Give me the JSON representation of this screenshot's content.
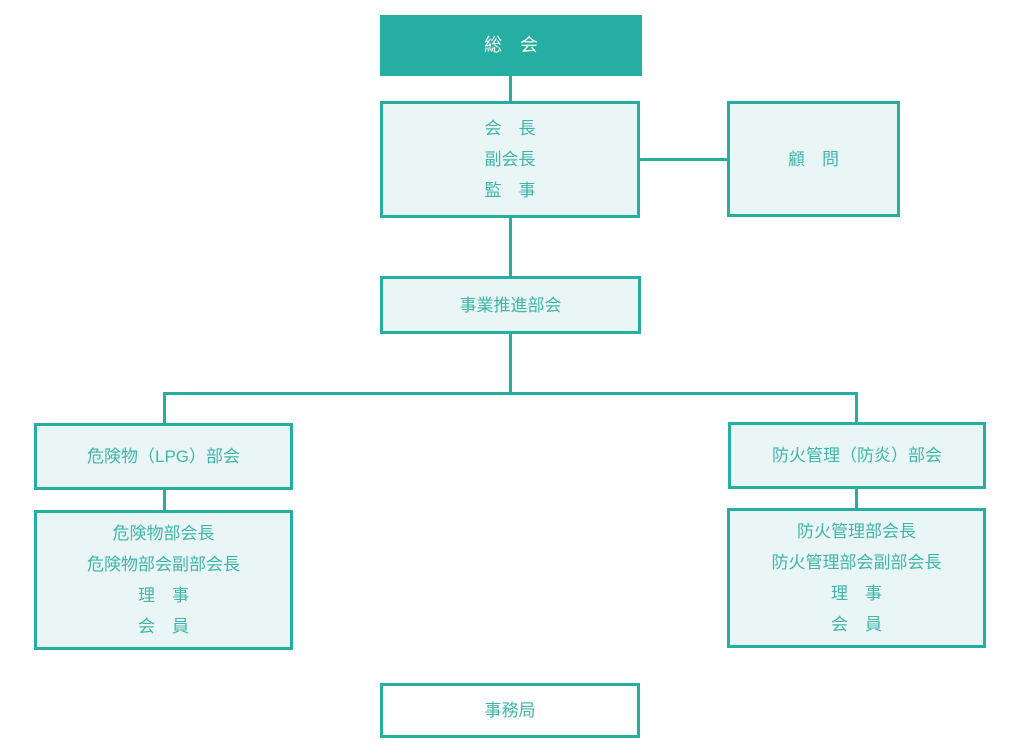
{
  "colors": {
    "accent": "#25aea2",
    "box_fill": "#eaf6f5",
    "box_text": "#3fb5ab",
    "filled_box_text": "#ffffff",
    "background": "#ffffff"
  },
  "org_chart": {
    "general_meeting": {
      "label": "総　会"
    },
    "executive": {
      "lines": [
        "会　長",
        "副会長",
        "監　事"
      ]
    },
    "advisor": {
      "label": "顧　問"
    },
    "business_promotion": {
      "label": "事業推進部会"
    },
    "hazmat_committee": {
      "label": "危険物（LPG）部会"
    },
    "hazmat_members": {
      "lines": [
        "危険物部会長",
        "危険物部会副部会長",
        "理　事",
        "会　員"
      ]
    },
    "fire_committee": {
      "label": "防火管理（防炎）部会"
    },
    "fire_members": {
      "lines": [
        "防火管理部会長",
        "防火管理部会副部会長",
        "理　事",
        "会　員"
      ]
    },
    "secretariat": {
      "label": "事務局"
    }
  }
}
